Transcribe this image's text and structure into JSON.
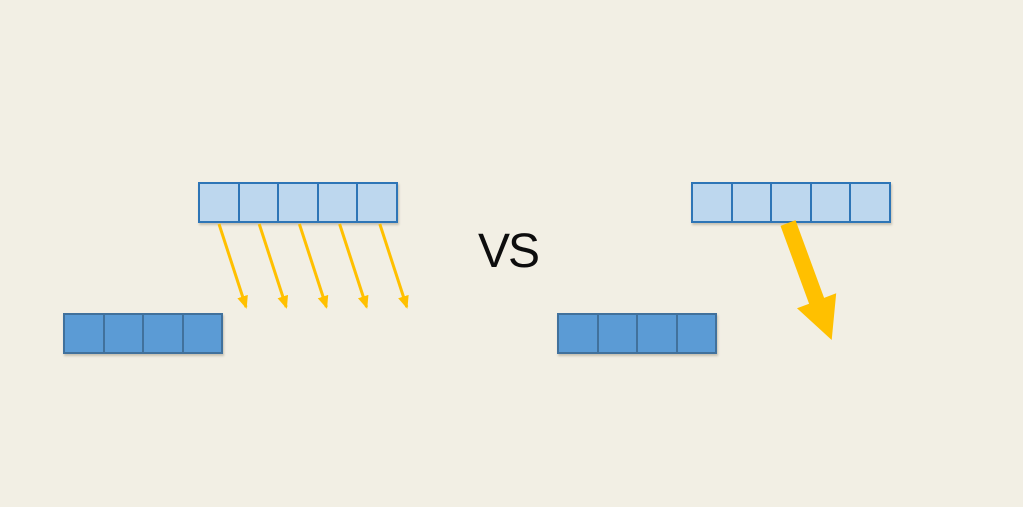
{
  "vs_label": "VS",
  "colors": {
    "background": "#F2EFE4",
    "light_cell_fill": "#BDD7EE",
    "light_cell_border": "#2E75B6",
    "dark_cell_fill": "#5B9BD5",
    "dark_cell_border": "#41719C",
    "arrow": "#FFC000",
    "text": "#0D0D0D"
  },
  "diagram": {
    "left_panel": {
      "top_row": {
        "cells": 5,
        "style": "light"
      },
      "bottom_row": {
        "cells": 4,
        "style": "dark"
      },
      "arrows": {
        "count": 5,
        "style": "thin",
        "direction": "down-right"
      }
    },
    "right_panel": {
      "top_row": {
        "cells": 5,
        "style": "light"
      },
      "bottom_row": {
        "cells": 4,
        "style": "dark"
      },
      "arrows": {
        "count": 1,
        "style": "thick",
        "direction": "down-right"
      }
    }
  }
}
